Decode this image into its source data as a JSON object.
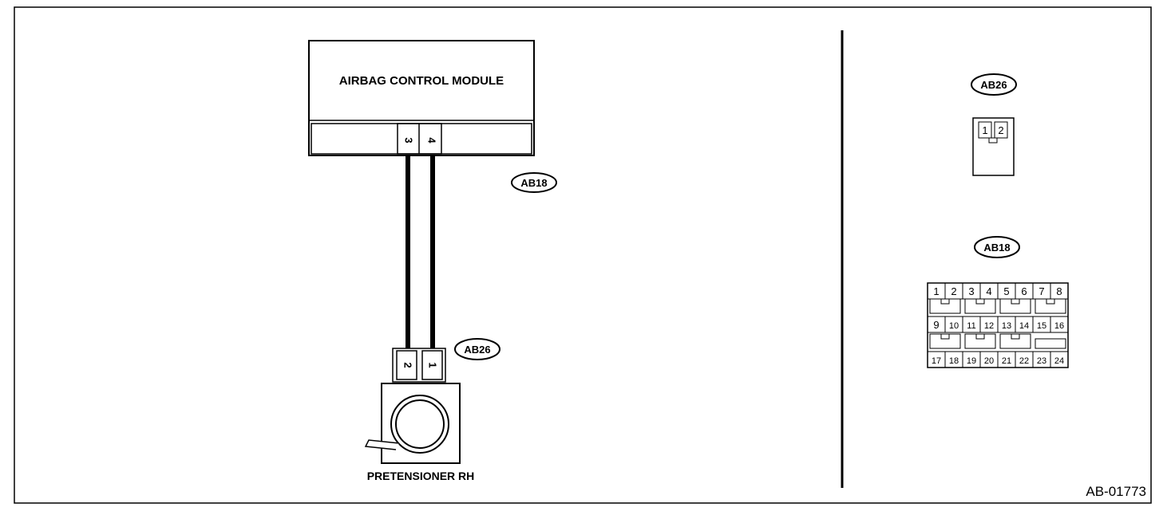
{
  "module": {
    "title": "AIRBAG CONTROL MODULE",
    "connector_id": "AB18",
    "terminals": [
      "3",
      "4"
    ]
  },
  "pretensioner": {
    "title": "PRETENSIONER RH",
    "connector_id": "AB26",
    "terminals": [
      "2",
      "1"
    ]
  },
  "legend": {
    "ab26": {
      "id": "AB26",
      "pins": [
        "1",
        "2"
      ]
    },
    "ab18": {
      "id": "AB18",
      "pins": [
        "1",
        "2",
        "3",
        "4",
        "5",
        "6",
        "7",
        "8",
        "9",
        "10",
        "11",
        "12",
        "13",
        "14",
        "15",
        "16",
        "17",
        "18",
        "19",
        "20",
        "21",
        "22",
        "23",
        "24"
      ]
    }
  },
  "figure_code": "AB-01773"
}
